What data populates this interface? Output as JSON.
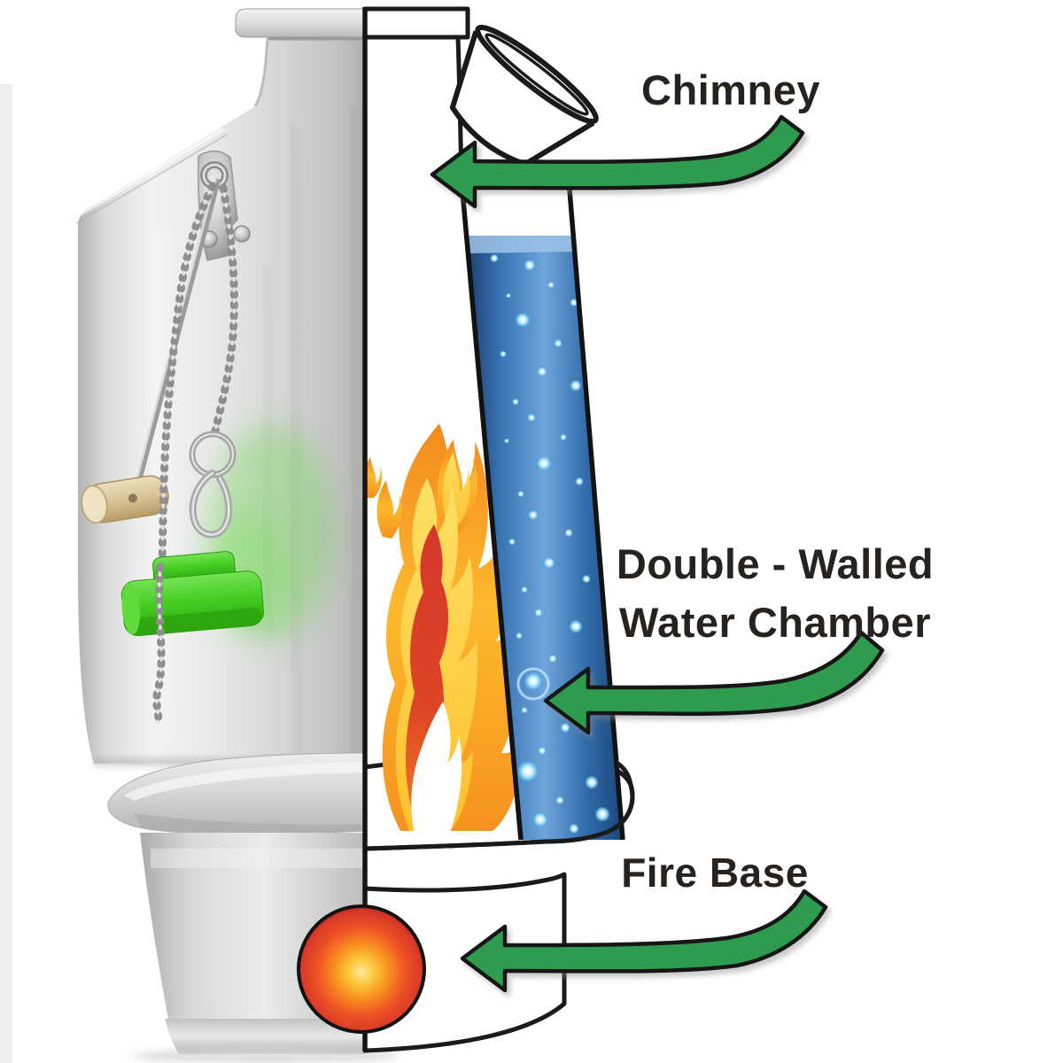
{
  "diagram": {
    "labels": {
      "chimney": "Chimney",
      "water_chamber_line1": "Double - Walled",
      "water_chamber_line2": "Water Chamber",
      "fire_base": "Fire Base"
    },
    "colors": {
      "arrow_green": "#2E9B50",
      "label_text": "#26221F",
      "outline_black": "#1A1A1A",
      "water_blue_dark": "#1A3F6E",
      "water_blue_mid": "#3A74B4",
      "water_blue_light": "#6FA5DB",
      "flame_orange": "#F6921E",
      "flame_yellow": "#FFD34A",
      "flame_red": "#D4372B",
      "ember_core_yellow": "#FFE9A6",
      "ember_red": "#C62828",
      "stopper_green": "#46CE24",
      "kettle_silver": "#E9E9E9",
      "wood_tan": "#D9C49A"
    }
  }
}
